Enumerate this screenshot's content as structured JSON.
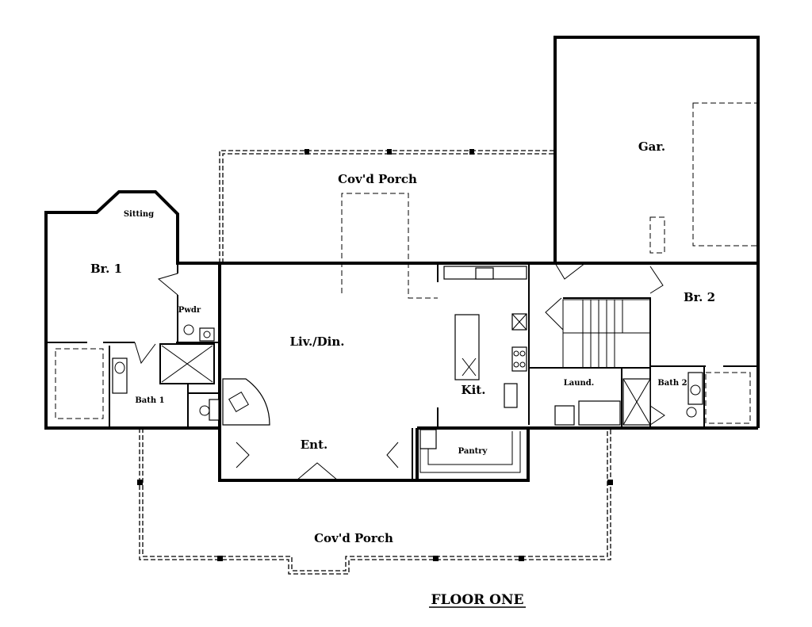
{
  "title": "FLOOR ONE",
  "rooms": {
    "garage": "Gar.",
    "covd_porch_rear": "Cov'd Porch",
    "sitting": "Sitting",
    "br1": "Br. 1",
    "pwdr": "Pwdr",
    "liv_din": "Liv./Din.",
    "kit": "Kit.",
    "laund": "Laund.",
    "br2": "Br. 2",
    "bath1": "Bath 1",
    "bath2": "Bath 2",
    "ent": "Ent.",
    "pantry": "Pantry",
    "covd_porch_front": "Cov'd Porch"
  }
}
